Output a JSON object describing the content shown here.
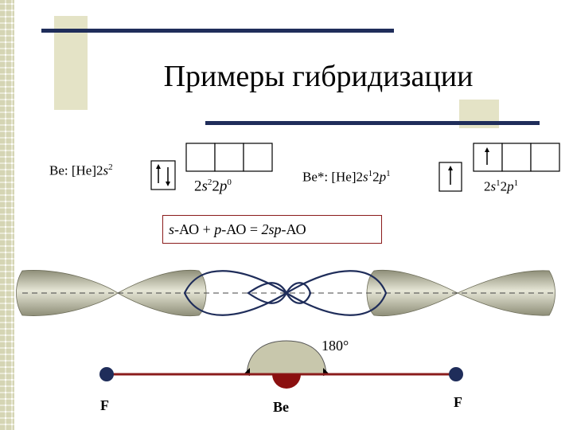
{
  "title": "Примеры гибридизации",
  "be_config": {
    "prefix": "Be: [He]2",
    "s": "s",
    "sup": "2"
  },
  "be_config2": {
    "p1": "2",
    "s": "s",
    "sup1": "2",
    "p2": "2",
    "p": "p",
    "sup2": "0"
  },
  "bestar_config": {
    "prefix": "Be*: [He]2",
    "s": "s",
    "sup1": "1",
    "mid": "2",
    "p": "p",
    "sup2": "1"
  },
  "bestar_config2": {
    "p1": "2",
    "s": "s",
    "sup1": "1",
    "mid": "2",
    "p": "p",
    "sup2": "1"
  },
  "hybridization": {
    "s": "s",
    "part1": "-АО + ",
    "p": "p",
    "part2": "-АО = ",
    "sp": "2sp",
    "part3": "-АО"
  },
  "angle_label": "180°",
  "atoms": {
    "left": "F",
    "center": "Be",
    "right": "F"
  },
  "colors": {
    "navy_bar": "#1f2d5a",
    "beige": "#e4e3c6",
    "lobe_fill": "#b8b8a0",
    "bond": "#8b1c1c",
    "atom_f": "#1f2d5a",
    "atom_be": "#8b1010",
    "angle_fill": "#c8c7ac"
  }
}
